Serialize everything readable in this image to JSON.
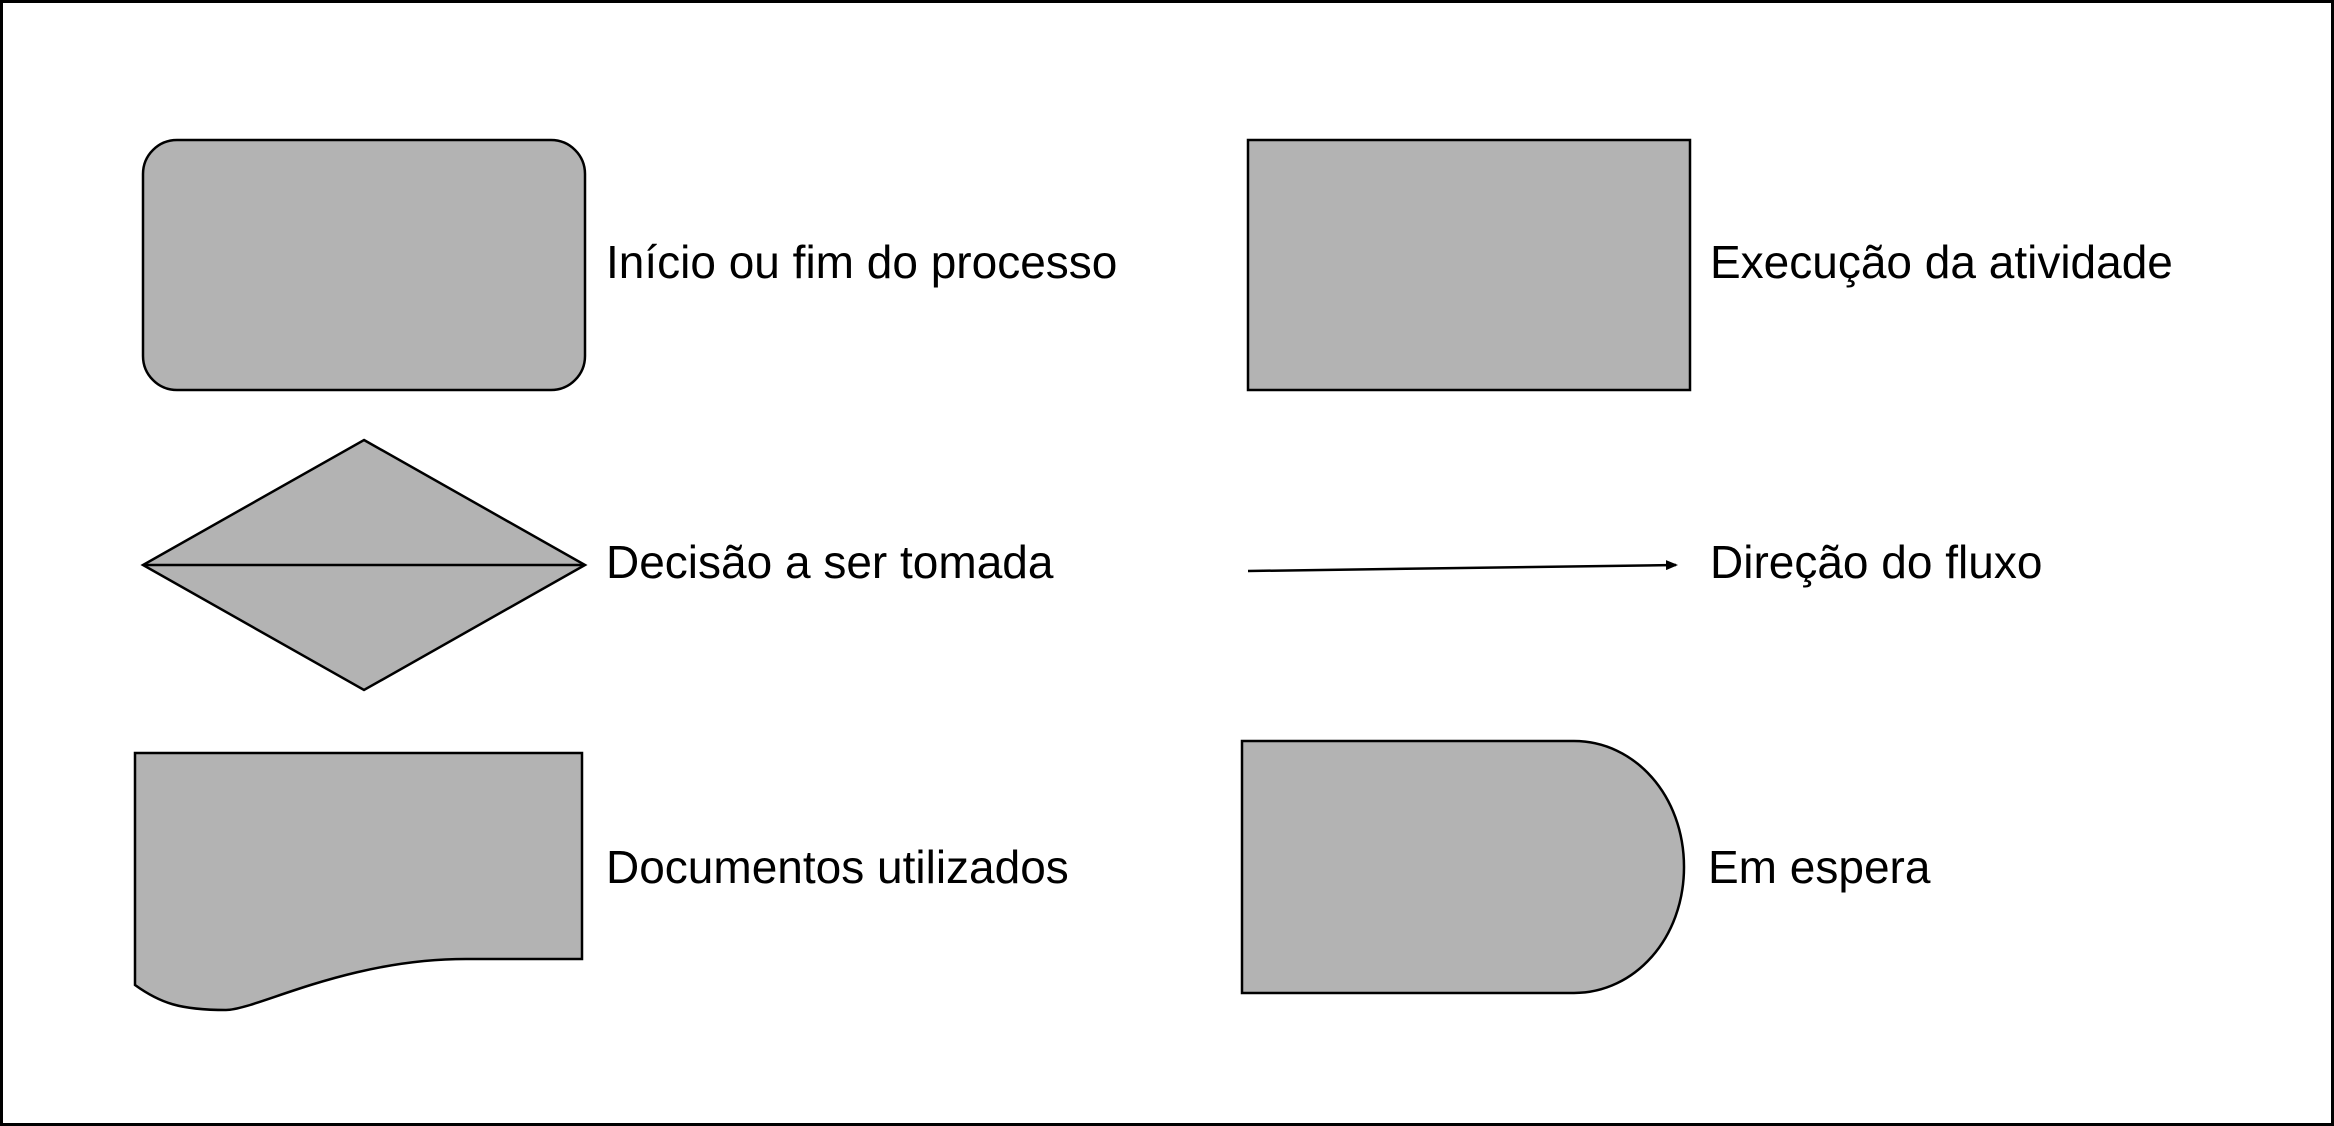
{
  "colors": {
    "shape_fill": "#b3b3b3",
    "stroke": "#000000",
    "background": "#ffffff",
    "text": "#000000"
  },
  "legend": {
    "items": [
      {
        "symbol": "rounded-rectangle",
        "label": "Início ou fim do processo"
      },
      {
        "symbol": "rectangle",
        "label": "Execução da atividade"
      },
      {
        "symbol": "diamond",
        "label": "Decisão a ser tomada"
      },
      {
        "symbol": "arrow",
        "label": "Direção do fluxo"
      },
      {
        "symbol": "document",
        "label": "Documentos utilizados"
      },
      {
        "symbol": "delay",
        "label": "Em espera"
      }
    ]
  }
}
